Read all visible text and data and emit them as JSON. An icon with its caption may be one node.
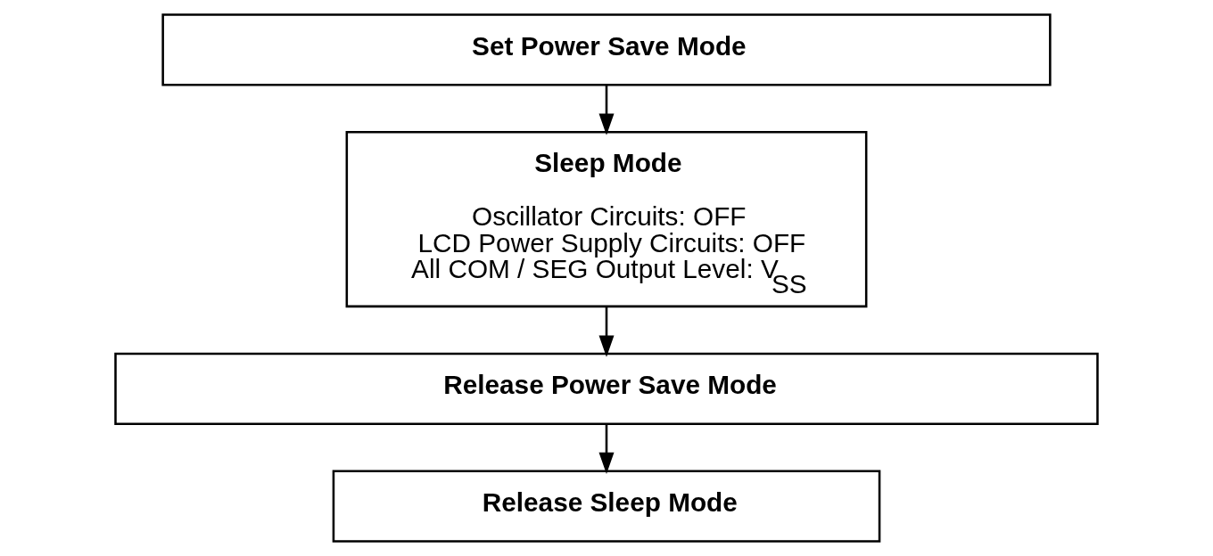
{
  "diagram": {
    "nodes": [
      {
        "text": [
          "Set Power Save Mode"
        ]
      },
      {
        "text": [
          "Sleep Mode",
          "Oscillator Circuits: OFF",
          "LCD Power Supply Circuits: OFF",
          "All COM / SEG Output Level: V$_{SS}$"
        ]
      },
      {
        "text": [
          "Release Power Save Mode"
        ]
      },
      {
        "text": [
          "Release Sleep Mode"
        ]
      }
    ],
    "edges": [
      {
        "from": 0,
        "to": 1,
        "arrow": "to"
      },
      {
        "from": 1,
        "to": 2,
        "arrow": "to"
      },
      {
        "from": 2,
        "to": 3,
        "arrow": "to"
      }
    ]
  }
}
